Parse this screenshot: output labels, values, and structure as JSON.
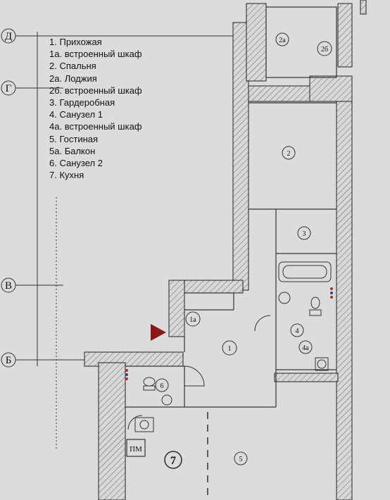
{
  "legend": [
    {
      "num": "1.",
      "label": "Прихожая"
    },
    {
      "num": "1а.",
      "label": "встроенный  шкаф"
    },
    {
      "num": "2.",
      "label": "Спальня"
    },
    {
      "num": "2а.",
      "label": "Лоджия"
    },
    {
      "num": "2б.",
      "label": "встроенный шкаф"
    },
    {
      "num": "3.",
      "label": "Гардеробная"
    },
    {
      "num": "4.",
      "label": "Санузел 1"
    },
    {
      "num": "4а.",
      "label": "встроенный шкаф"
    },
    {
      "num": "5.",
      "label": "Гостиная"
    },
    {
      "num": "5а.",
      "label": "Балкон"
    },
    {
      "num": "6.",
      "label": "Санузел 2"
    },
    {
      "num": "7.",
      "label": "Кухня"
    }
  ],
  "axes": {
    "d": "Д",
    "g": "Г",
    "v": "В",
    "b": "Б"
  },
  "rooms": {
    "r1": "1",
    "r1a": "1а",
    "r2": "2",
    "r2a": "2а",
    "r2b": "2б",
    "r3": "3",
    "r4": "4",
    "r4a": "4а",
    "r5": "5",
    "r6": "6",
    "r7": "7"
  },
  "pm": "ПМ"
}
